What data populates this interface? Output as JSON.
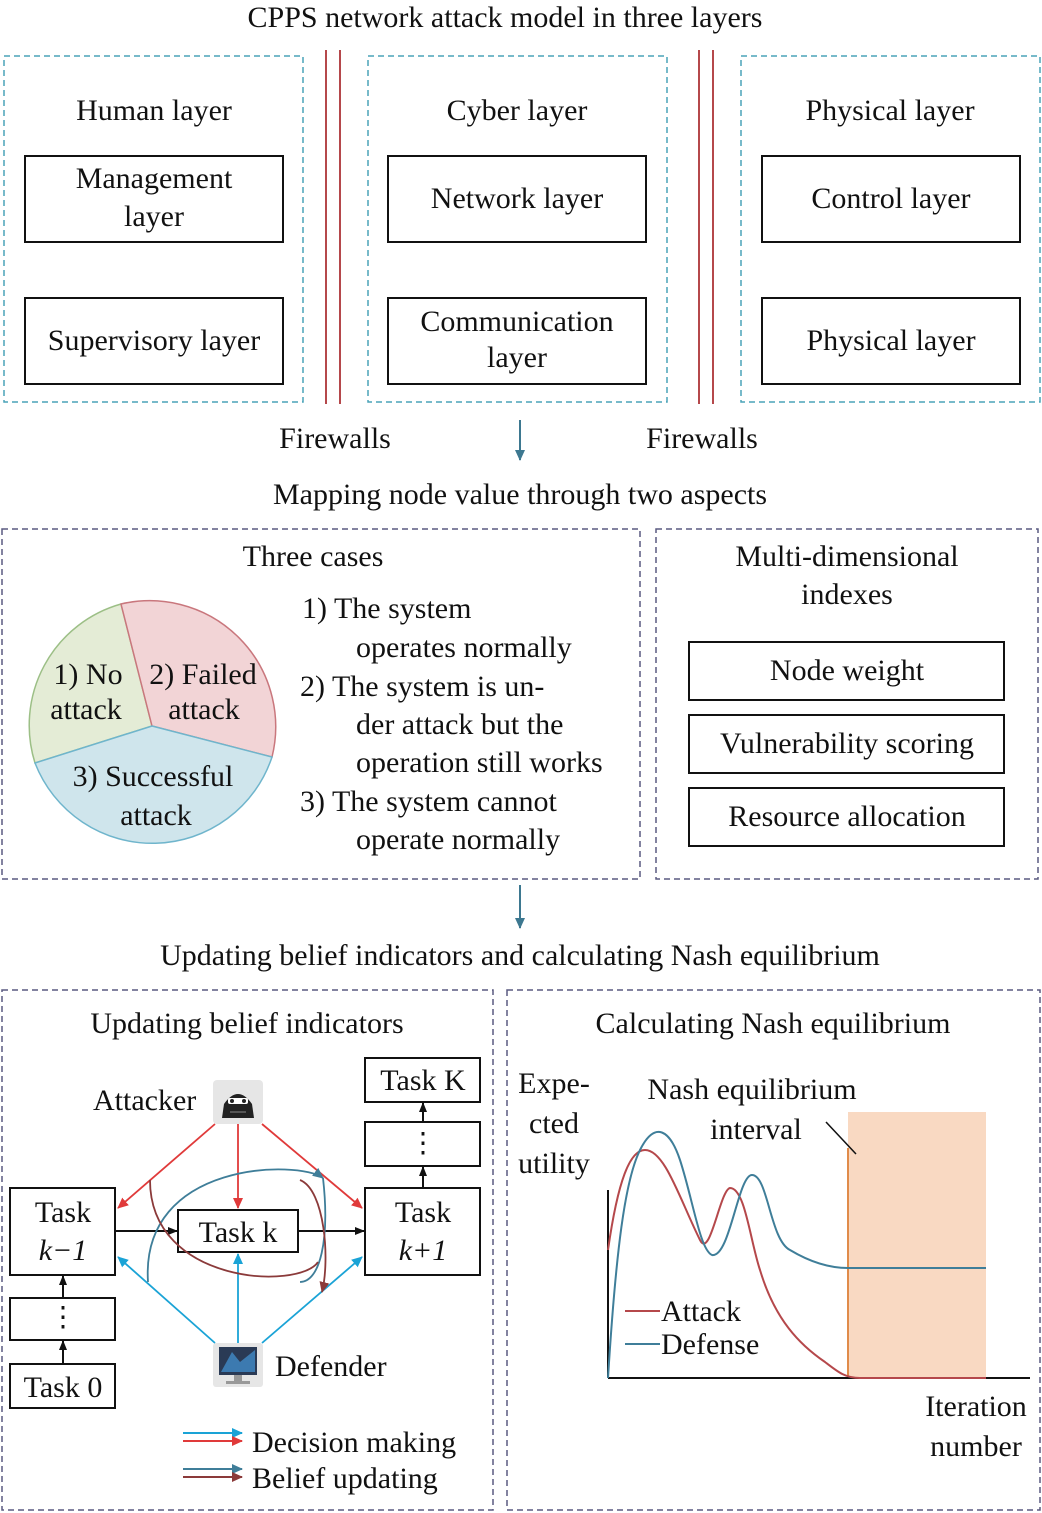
{
  "section1": {
    "title": "CPPS network attack model in three layers",
    "columns": [
      {
        "title": "Human layer",
        "boxes": [
          [
            "Management",
            "layer"
          ],
          [
            "Supervisory layer"
          ]
        ]
      },
      {
        "title": "Cyber layer",
        "boxes": [
          [
            "Network layer"
          ],
          [
            "Communication",
            "layer"
          ]
        ]
      },
      {
        "title": "Physical layer",
        "boxes": [
          [
            "Control layer"
          ],
          [
            "Physical layer"
          ]
        ]
      }
    ],
    "firewalls": [
      "Firewalls",
      "Firewalls"
    ]
  },
  "section2": {
    "title": "Mapping node value through two aspects",
    "cases_title": "Three cases",
    "pie": {
      "no_attack": [
        "1) No",
        "attack"
      ],
      "failed_attack": [
        "2) Failed",
        "attack"
      ],
      "successful_attack": [
        "3) Successful",
        "attack"
      ]
    },
    "case_lines": [
      "1) The system",
      "operates normally",
      "2) The system is un-",
      "der attack but the",
      "operation still works",
      "3) The system cannot",
      "operate normally"
    ],
    "indexes_title": [
      "Multi-dimensional",
      "indexes"
    ],
    "indexes": [
      "Node weight",
      "Vulnerability scoring",
      "Resource allocation"
    ]
  },
  "section3": {
    "title": "Updating belief indicators and calculating Nash equilibrium",
    "belief": {
      "title": "Updating belief indicators",
      "attacker": "Attacker",
      "defender": "Defender",
      "task_k_minus_1": [
        "Task",
        "k−1"
      ],
      "task_k": "Task k",
      "task_k_plus_1": [
        "Task",
        "k+1"
      ],
      "task_K": "Task K",
      "task_0": "Task 0",
      "ellipsis": "⋮",
      "legend": [
        "Decision making",
        "Belief updating"
      ]
    },
    "nash": {
      "title": "Calculating Nash equilibrium",
      "ylabel": [
        "Expe-",
        "cted",
        "utility"
      ],
      "interval_label": [
        "Nash equilibrium",
        "interval"
      ],
      "xlabel": [
        "Iteration",
        "number"
      ],
      "series": [
        "Attack",
        "Defense"
      ]
    }
  },
  "colors": {
    "teal_dash": "#4aa3b8",
    "purple_dash": "#5a5a80",
    "firewall": "#b5484b",
    "flow_arrow": "#3d7890",
    "red": "#e03a3a",
    "blue": "#1aa3d6",
    "steel": "#3f7e99",
    "brown": "#8b3a3a",
    "pie_green": "#e4ecd6",
    "pie_red": "#f2d4d6",
    "pie_blue": "#cfe5ec",
    "nash_band": "#f9d9c2",
    "nash_line": "#e08b4a"
  }
}
